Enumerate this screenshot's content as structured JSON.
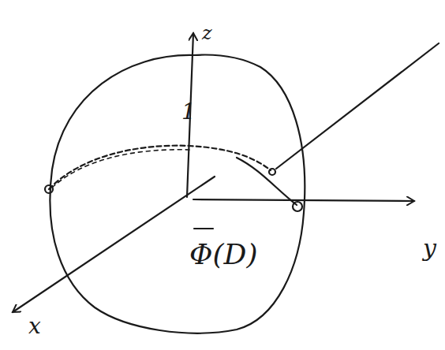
{
  "diagram": {
    "labels": [
      "z",
      "1",
      "y",
      "x",
      "Φ(D)"
    ]
  }
}
